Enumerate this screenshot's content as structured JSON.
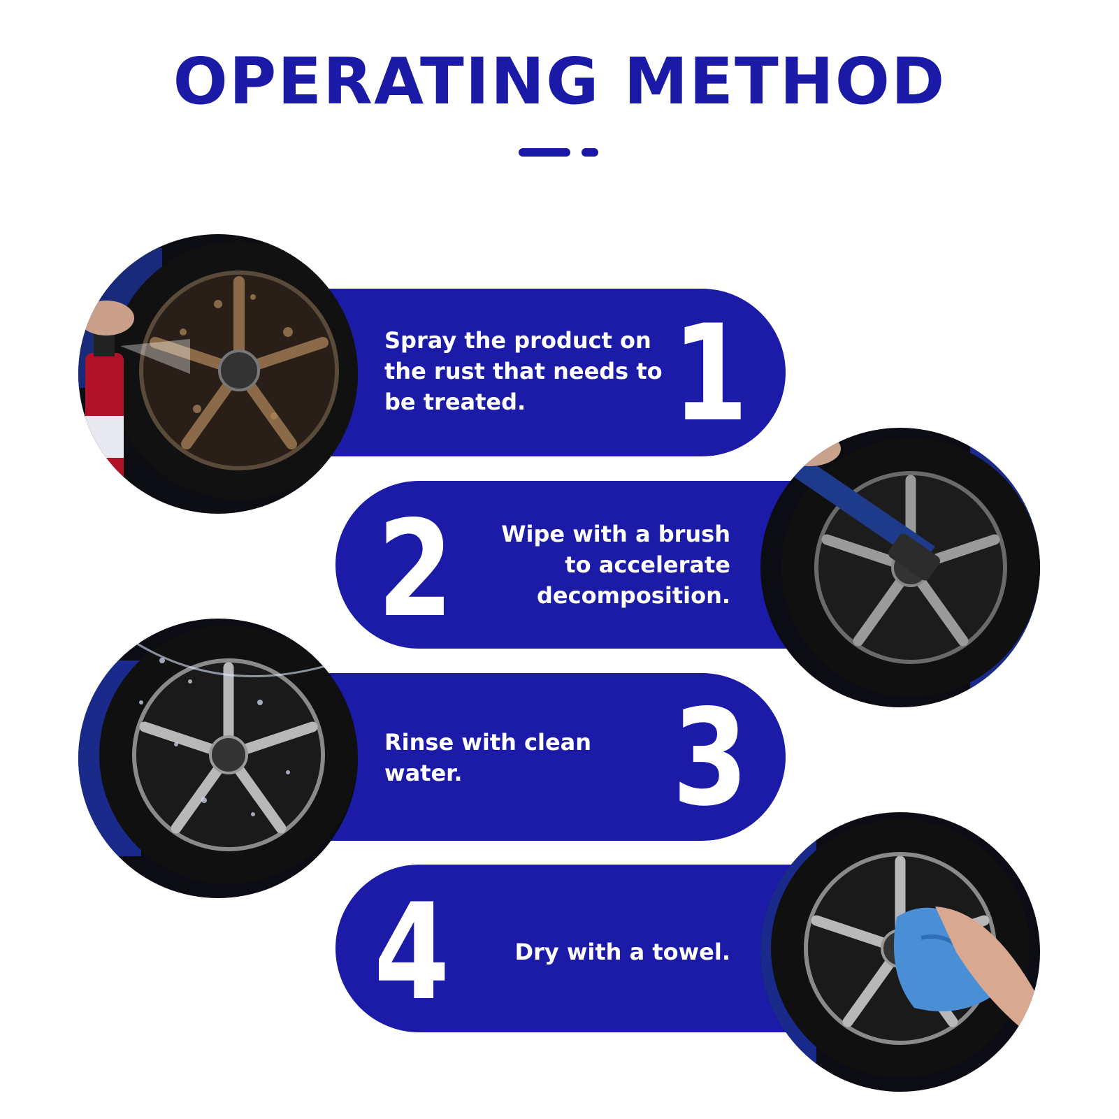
{
  "header": {
    "title": "OPERATING METHOD"
  },
  "colors": {
    "accent": "#1a1aa6",
    "pill": "#1b1ba8",
    "text": "#ffffff",
    "background": "#ffffff"
  },
  "steps": [
    {
      "number": "1",
      "lines": [
        "Spray the product on",
        "the rust that needs to",
        "be treated."
      ],
      "photo_icon": "spray-on-rusty-wheel-icon"
    },
    {
      "number": "2",
      "lines": [
        "Wipe with a brush",
        "to accelerate",
        "decomposition."
      ],
      "photo_icon": "brush-on-wheel-icon"
    },
    {
      "number": "3",
      "lines": [
        "Rinse with clean",
        "water."
      ],
      "photo_icon": "water-rinse-wheel-icon"
    },
    {
      "number": "4",
      "lines": [
        "Dry with a towel."
      ],
      "photo_icon": "towel-on-wheel-icon"
    }
  ]
}
